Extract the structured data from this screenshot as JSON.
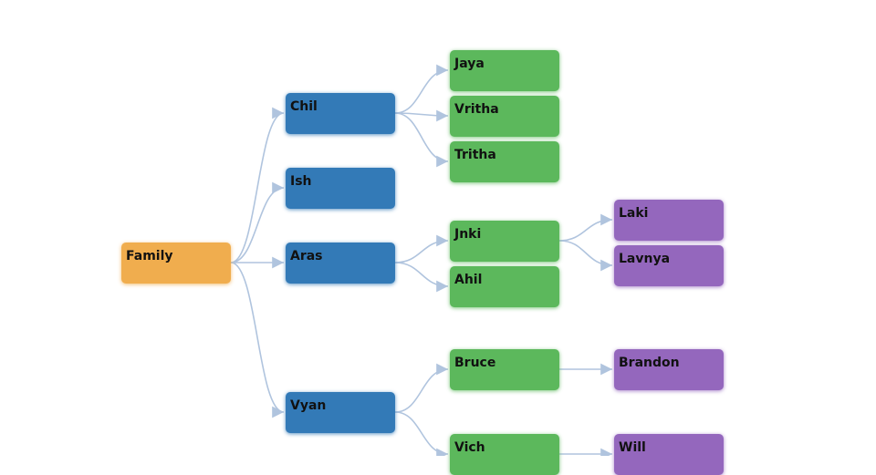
{
  "colors": {
    "root": "#F0AD4E",
    "level1": "#337AB7",
    "level2": "#5CB85C",
    "level3": "#9467BD",
    "link": "#B0C4DE"
  },
  "tree": {
    "nodes": [
      {
        "id": "family",
        "label": "Family",
        "level": 0,
        "parent": null
      },
      {
        "id": "chil",
        "label": "Chil",
        "level": 1,
        "parent": "family"
      },
      {
        "id": "ish",
        "label": "Ish",
        "level": 1,
        "parent": "family"
      },
      {
        "id": "aras",
        "label": "Aras",
        "level": 1,
        "parent": "family"
      },
      {
        "id": "vyan",
        "label": "Vyan",
        "level": 1,
        "parent": "family"
      },
      {
        "id": "jaya",
        "label": "Jaya",
        "level": 2,
        "parent": "chil"
      },
      {
        "id": "vritha",
        "label": "Vritha",
        "level": 2,
        "parent": "chil"
      },
      {
        "id": "tritha",
        "label": "Tritha",
        "level": 2,
        "parent": "chil"
      },
      {
        "id": "jnki",
        "label": "Jnki",
        "level": 2,
        "parent": "aras"
      },
      {
        "id": "ahil",
        "label": "Ahil",
        "level": 2,
        "parent": "aras"
      },
      {
        "id": "bruce",
        "label": "Bruce",
        "level": 2,
        "parent": "vyan"
      },
      {
        "id": "vich",
        "label": "Vich",
        "level": 2,
        "parent": "vyan"
      },
      {
        "id": "laki",
        "label": "Laki",
        "level": 3,
        "parent": "jnki"
      },
      {
        "id": "lavnya",
        "label": "Lavnya",
        "level": 3,
        "parent": "jnki"
      },
      {
        "id": "brandon",
        "label": "Brandon",
        "level": 3,
        "parent": "bruce"
      },
      {
        "id": "will",
        "label": "Will",
        "level": 3,
        "parent": "vich"
      }
    ]
  }
}
